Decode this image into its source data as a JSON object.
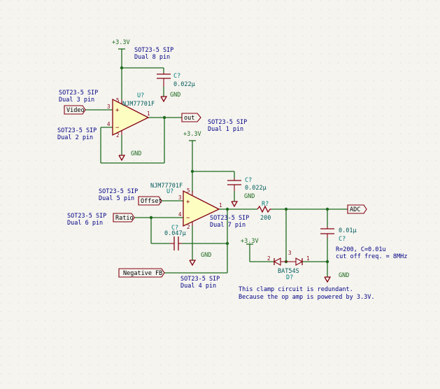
{
  "colors": {
    "background": "#f5f4ef",
    "wire": "#1f6b1f",
    "symbol_body": "#84000f",
    "symbol_fill": "#fdfdc2",
    "reference": "#007a7a",
    "value": "#005a5a",
    "net_label": "#000000",
    "note_text": "#000084",
    "pin_number": "#84000f"
  },
  "power": {
    "vcc_top": "+3.3V",
    "vcc_mid": "+3.3V",
    "vcc_clamp": "+3.3V",
    "gnd": "GND"
  },
  "opamp_top": {
    "ref": "U?",
    "value": "NJM77701F",
    "pins": {
      "in_plus": "3",
      "in_minus": "4",
      "out": "1",
      "vplus": "5",
      "vminus": "2"
    },
    "notes": {
      "vplus": "SOT23-5 SIP\nDual 8 pin",
      "in_plus": "SOT23-5 SIP\nDual 3 pin",
      "in_minus": "SOT23-5 SIP\nDual 2 pin",
      "out": "SOT23-5 SIP\nDual 1 pin"
    }
  },
  "cap_top": {
    "ref": "C?",
    "value": "0.022μ"
  },
  "opamp_bottom": {
    "ref": "U?",
    "value": "NJM77701F",
    "pins": {
      "in_plus": "3",
      "in_minus": "4",
      "out": "1",
      "vplus": "5",
      "vminus": "2"
    },
    "notes": {
      "in_plus": "SOT23-5 SIP\nDual 5 pin",
      "in_minus": "SOT23-5 SIP\nDual 6 pin",
      "out": "SOT23-5 SIP\nDual 7 pin",
      "feedback": "SOT23-5 SIP\nDual 4 pin"
    }
  },
  "cap_mid": {
    "ref": "C?",
    "value": "0.022μ"
  },
  "cap_feedback": {
    "ref": "C?",
    "value": "0.047μ"
  },
  "resistor": {
    "ref": "R?",
    "value": "200"
  },
  "cap_filter": {
    "ref": "C?",
    "value": "0.01μ"
  },
  "diode": {
    "ref": "D?",
    "value": "BAT54S",
    "pin_left": "2",
    "pin_mid": "3",
    "pin_right": "1"
  },
  "net_labels": {
    "video": "Video",
    "out": "out",
    "offset": "Offset",
    "ratio": "Ratio",
    "negative_fb": "Negative FB",
    "adc": "ADC"
  },
  "filter_note": "R=200, C=0.01u\ncut off freq. = 8MHz",
  "clamp_note": "This clamp circuit is redundant.\nBecause the op amp is powered by 3.3V."
}
